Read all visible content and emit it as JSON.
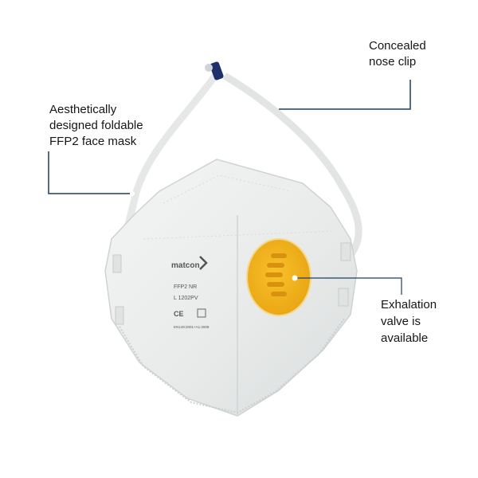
{
  "callouts": {
    "design": {
      "lines": [
        "Aesthetically",
        "designed foldable",
        "FFP2 face mask"
      ]
    },
    "nose_clip": {
      "lines": [
        "Concealed",
        "nose clip"
      ]
    },
    "valve": {
      "lines": [
        "Exhalation",
        "valve is",
        "available"
      ]
    }
  },
  "mask_print": {
    "brand": "matcon",
    "rating": "FFP2 NR",
    "model": "L 1202PV",
    "standard": "EN149:2001+A1:2009",
    "ce_mark": "CE"
  },
  "colors": {
    "leader_line": "#1f3f5c",
    "valve": "#f2b51c",
    "clip": "#1e2f6b"
  }
}
